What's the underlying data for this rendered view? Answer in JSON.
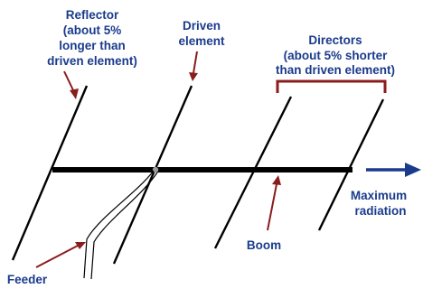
{
  "diagram": {
    "reflector": {
      "title": "Reflector",
      "line1": "(about 5%",
      "line2": "longer than",
      "line3": "driven element)"
    },
    "driven": {
      "line1": "Driven",
      "line2": "element"
    },
    "directors": {
      "title": "Directors",
      "line1": "(about 5% shorter",
      "line2": "than driven element)"
    },
    "radiation": {
      "line1": "Maximum",
      "line2": "radiation"
    },
    "boom": "Boom",
    "feeder": "Feeder"
  },
  "colors": {
    "label_text": "#1a3b8c",
    "arrows_and_bracket": "#8b1c1c",
    "radiation_arrow": "#1a3b8c",
    "elements": "#000000"
  }
}
